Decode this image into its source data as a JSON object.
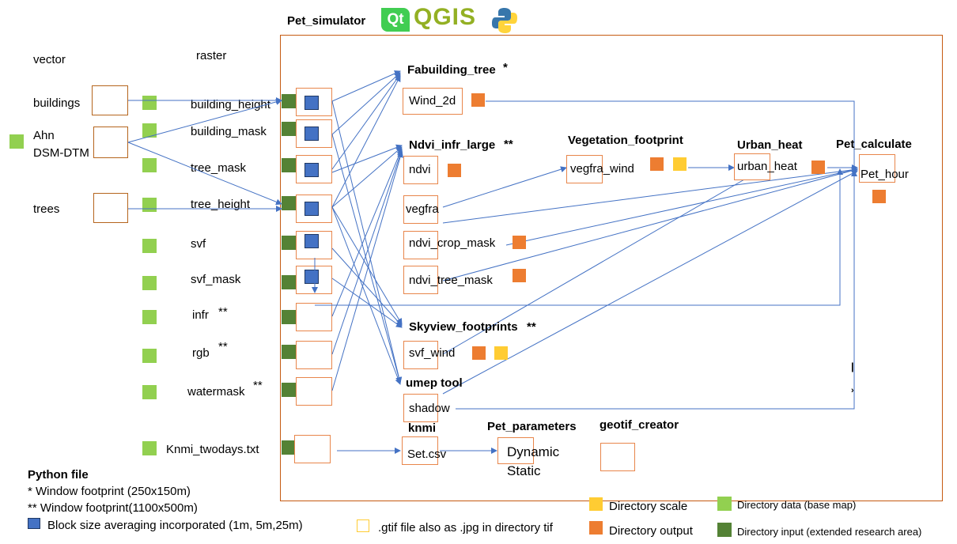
{
  "header": {
    "title": "Pet_simulator",
    "logo_qt": "Qt",
    "logo_qgis": "QGIS"
  },
  "columns": {
    "vector": "vector",
    "raster": "raster"
  },
  "vector_inputs": {
    "buildings": "buildings",
    "ahn_line1": "Ahn",
    "ahn_line2": "DSM-DTM",
    "trees": "trees"
  },
  "raster_inputs": {
    "building_height": "building_height",
    "building_mask": "building_mask",
    "tree_mask": "tree_mask",
    "tree_height": "tree_height",
    "svf": "svf",
    "svf_mask": "svf_mask",
    "infr": "infr",
    "infr_mark": "**",
    "rgb": "rgb",
    "rgb_mark": "**",
    "watermask": "watermask",
    "watermask_mark": "**",
    "knmi": "Knmi_twodays.txt"
  },
  "modules": {
    "fabuilding_tree": "Fabuilding_tree",
    "fabuilding_tree_mark": "*",
    "wind_2d": "Wind_2d",
    "ndvi_infr_large": "Ndvi_infr_large",
    "ndvi_infr_large_mark": "**",
    "ndvi": "ndvi",
    "vegfra": "vegfra",
    "ndvi_crop_mask": "ndvi_crop_mask",
    "ndvi_tree_mask": "ndvi_tree_mask",
    "vegetation_footprint": "Vegetation_footprint",
    "vegfra_wind": "vegfra_wind",
    "urban_heat_title": "Urban_heat",
    "urban_heat": "urban_heat",
    "pet_calculate": "Pet_calculate",
    "pet_hour": "Pet_hour",
    "skyview_footprints": "Skyview_footprints",
    "skyview_footprints_mark": "**",
    "svf_wind": "svf_wind",
    "umep_tool": "umep tool",
    "shadow": "shadow",
    "knmi_title": "knmi",
    "set_csv": "Set.csv",
    "pet_parameters": "Pet_parameters",
    "dynamic": "Dynamic",
    "static": "Static",
    "geotif_creator": "geotif_creator"
  },
  "legend": {
    "python_file": "Python file",
    "single_star": "*   Window footprint (250x150m)",
    "double_star": "** Window footprint(1100x500m)",
    "block_size": "Block size averaging incorporated (1m, 5m,25m)",
    "gtif": ".gtif file also as .jpg in directory tif",
    "directory_scale": "Directory scale",
    "directory_output": "Directory output",
    "directory_data": "Directory data (base map)",
    "directory_input": "Directory input (extended research area)"
  },
  "colors": {
    "box_border": "#e8864b",
    "frame_border": "#c55a11",
    "arrow": "#4472c4",
    "base_map_green": "#92d050",
    "input_green": "#548235",
    "block_blue": "#4472c4",
    "output_orange": "#ed7d31",
    "scale_yellow": "#ffcc33"
  }
}
